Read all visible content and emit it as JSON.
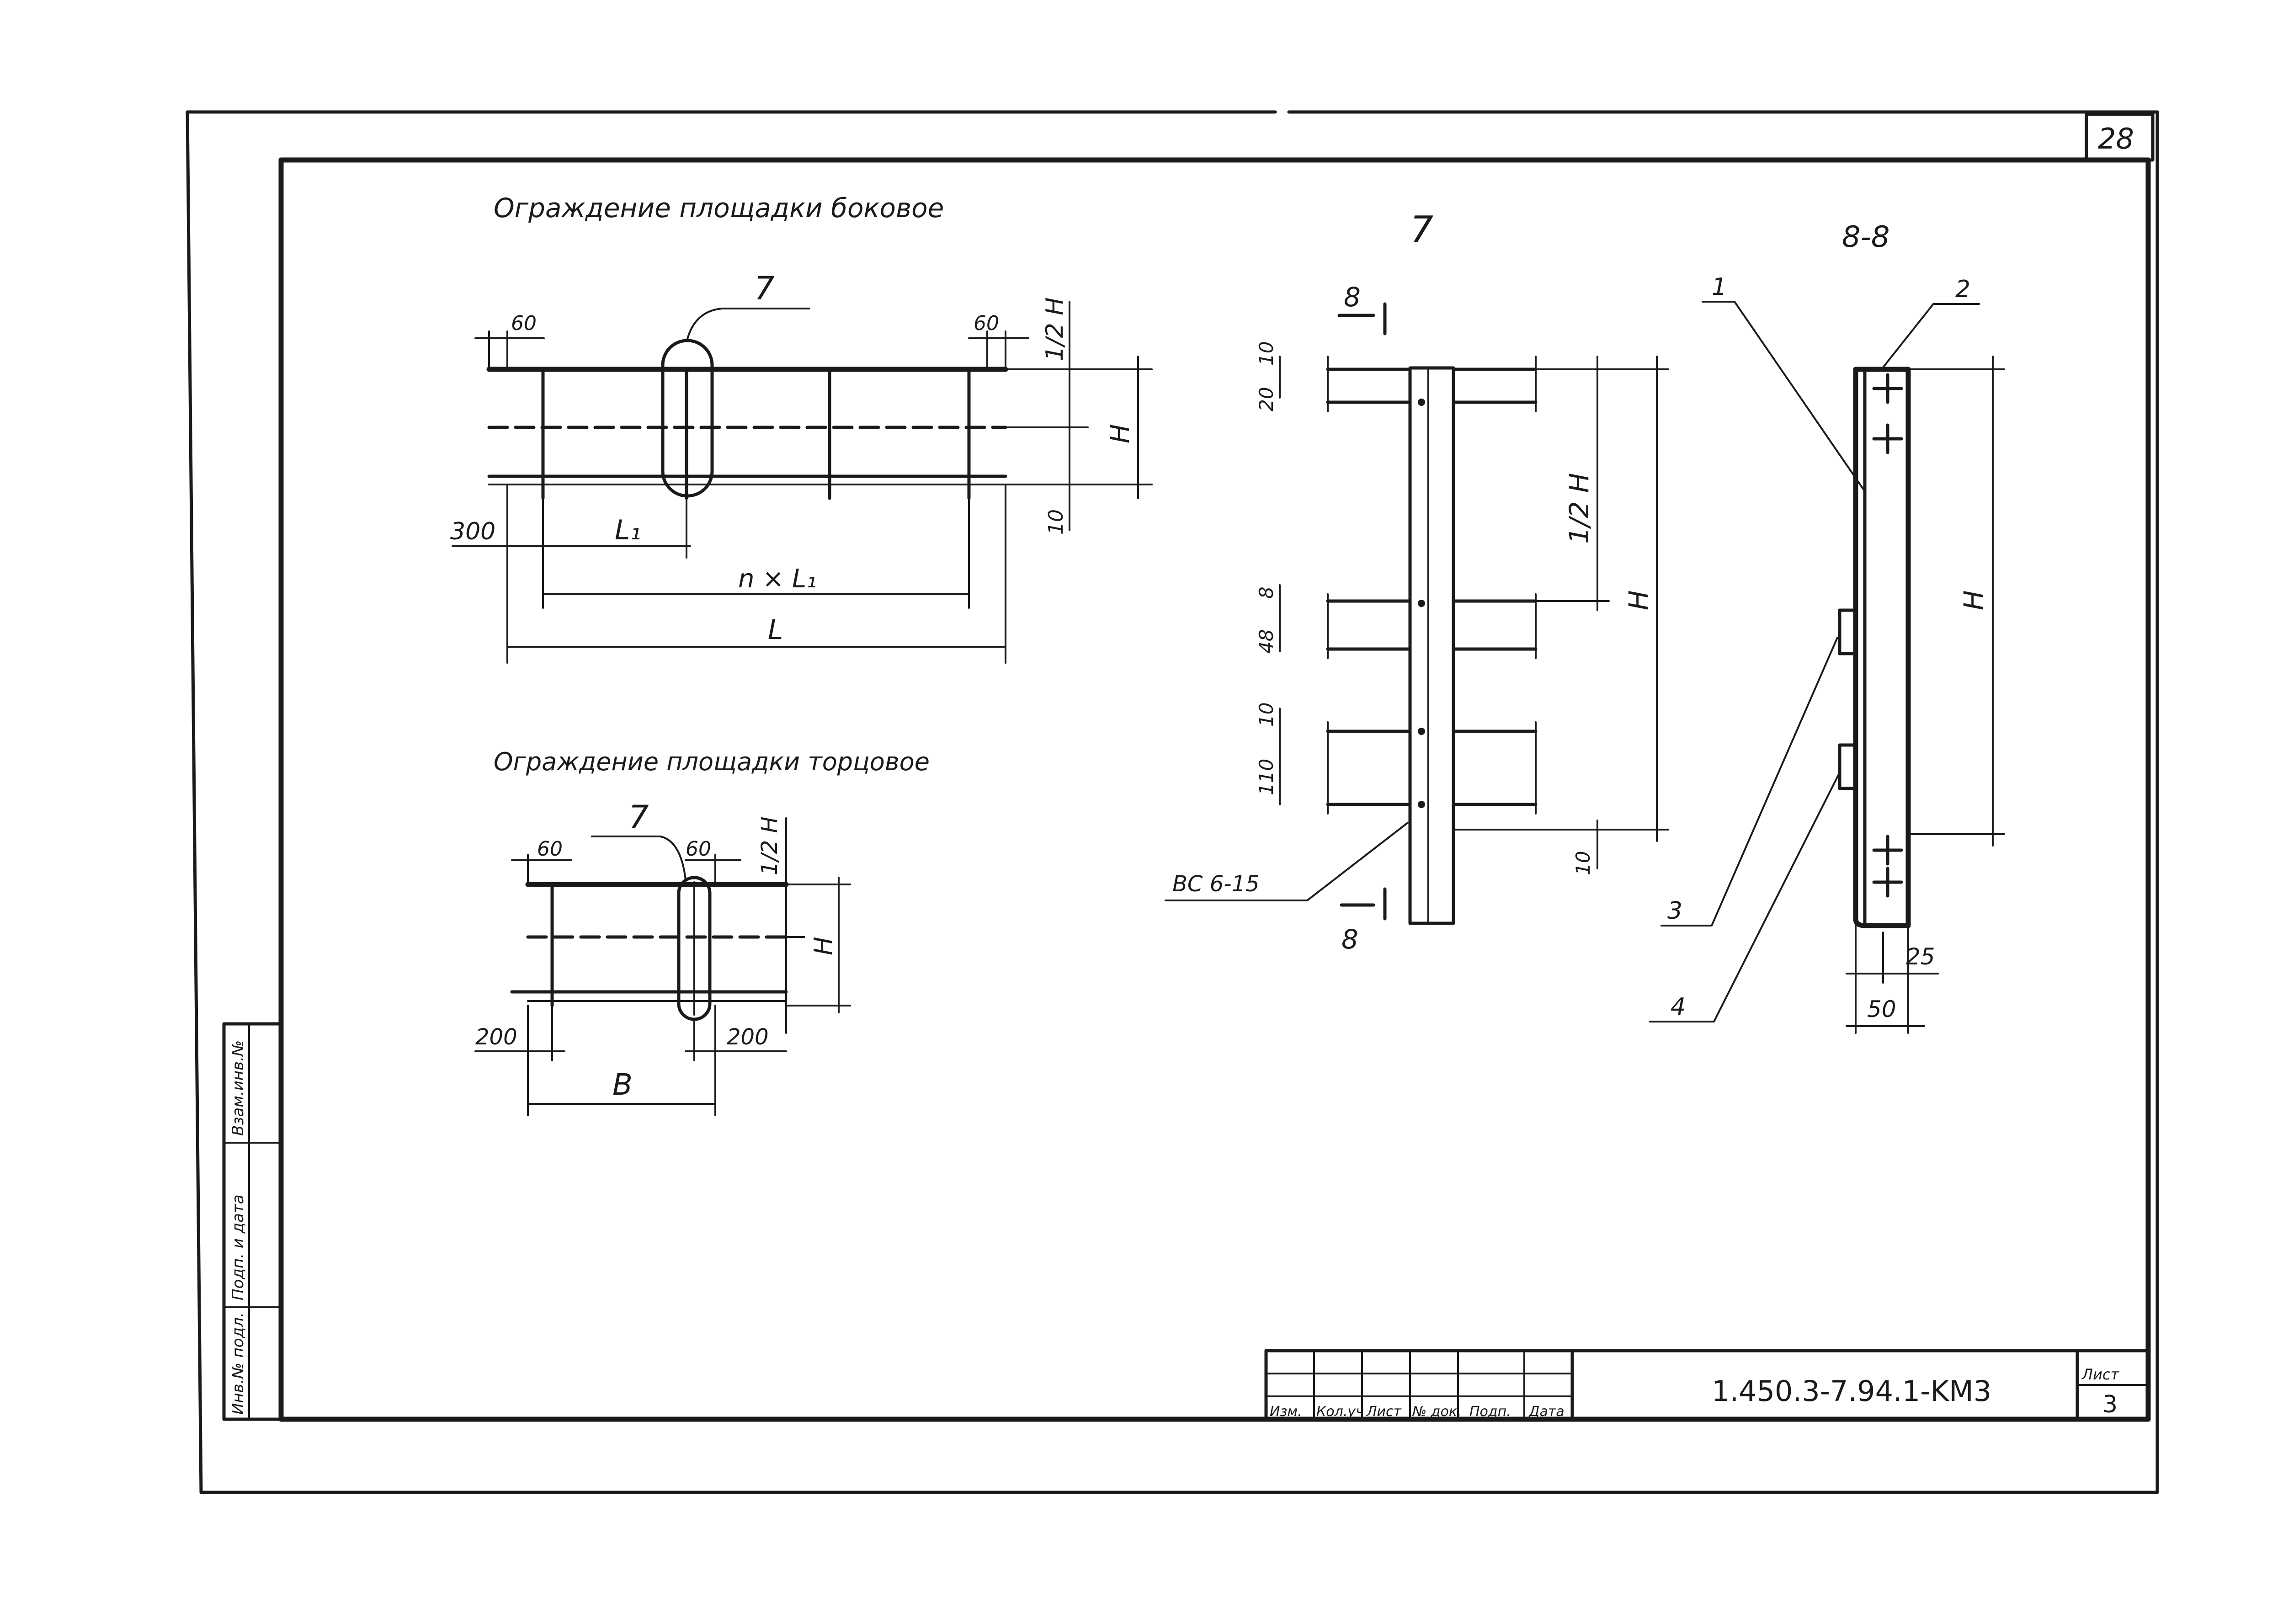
{
  "sheet": {
    "page_number": "28",
    "title_block": {
      "designation": "1.450.3-7.94.1-KM3",
      "sheet_label": "Лист",
      "sheet_number": "3",
      "stamp_columns": [
        "Изм.",
        "Кол.уч",
        "Лист",
        "№ док.",
        "Подп.",
        "Дата"
      ],
      "side_stamp": [
        "Инв.№ подл.",
        "Подп. и дата",
        "Взам.инв.№"
      ]
    }
  },
  "views": {
    "side_fence": {
      "title": "Ограждение площадки боковое",
      "callout": "7",
      "dims": {
        "left_offset": "60",
        "right_offset": "60",
        "half_h": "1/2 H",
        "h": "H",
        "bottom_gap": "10",
        "start": "300",
        "l1": "L₁",
        "nxl1": "n × L₁",
        "l": "L"
      }
    },
    "end_fence": {
      "title": "Ограждение площадки торцовое",
      "callout": "7",
      "dims": {
        "left_offset": "60",
        "right_offset": "60",
        "half_h": "1/2 H",
        "h": "H",
        "left_end": "200",
        "right_end": "200",
        "b": "B"
      }
    },
    "node_7": {
      "title": "7",
      "section_mark": "8",
      "weld": "ВС 6-15",
      "dims": {
        "top1": "10",
        "top2": "20",
        "half_h": "1/2 H",
        "h": "H",
        "mid1": "8",
        "mid2": "48",
        "low1": "10",
        "low2": "110",
        "bottom": "10"
      }
    },
    "section_8_8": {
      "title": "8-8",
      "h": "H",
      "positions": [
        "1",
        "2",
        "3",
        "4"
      ],
      "dim_25": "25",
      "dim_50": "50"
    }
  }
}
